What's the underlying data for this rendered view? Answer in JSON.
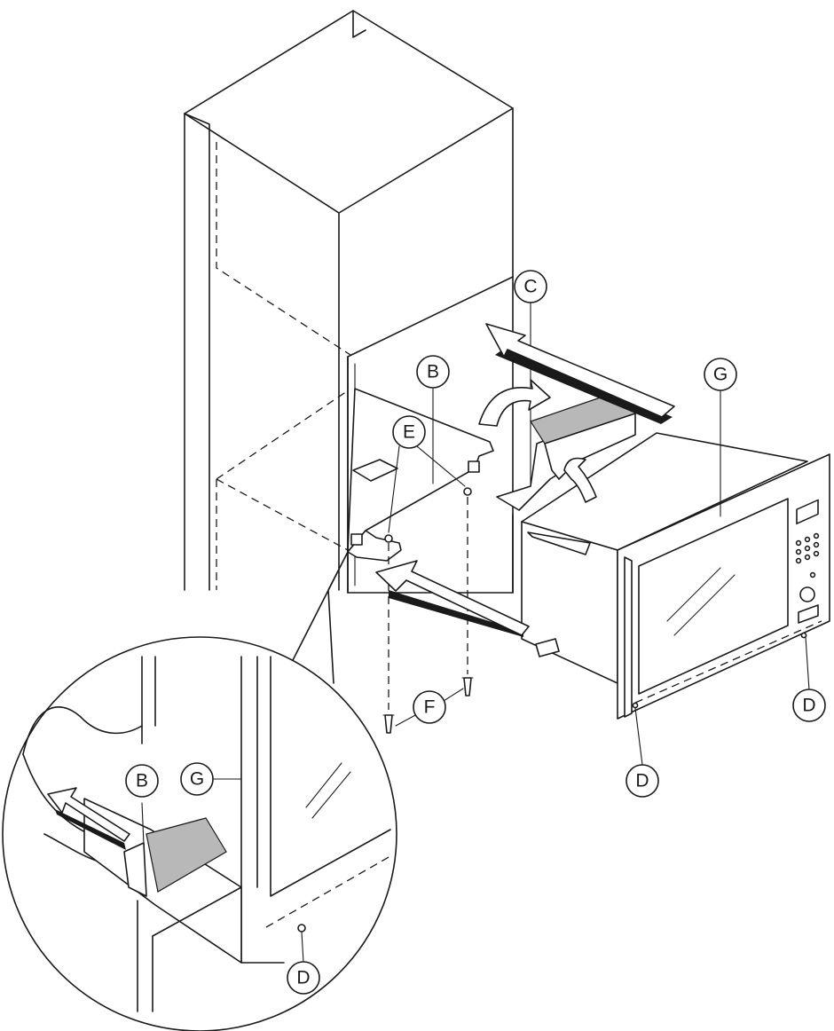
{
  "callouts": {
    "b_main": "B",
    "c": "C",
    "e": "E",
    "g_main": "G",
    "f": "F",
    "d_right": "D",
    "d_bottom": "D",
    "b_detail": "B",
    "g_detail": "G",
    "d_detail": "D"
  },
  "colors": {
    "line": "#1a1a1a",
    "shade": "#b8b8b8",
    "background": "#ffffff"
  }
}
